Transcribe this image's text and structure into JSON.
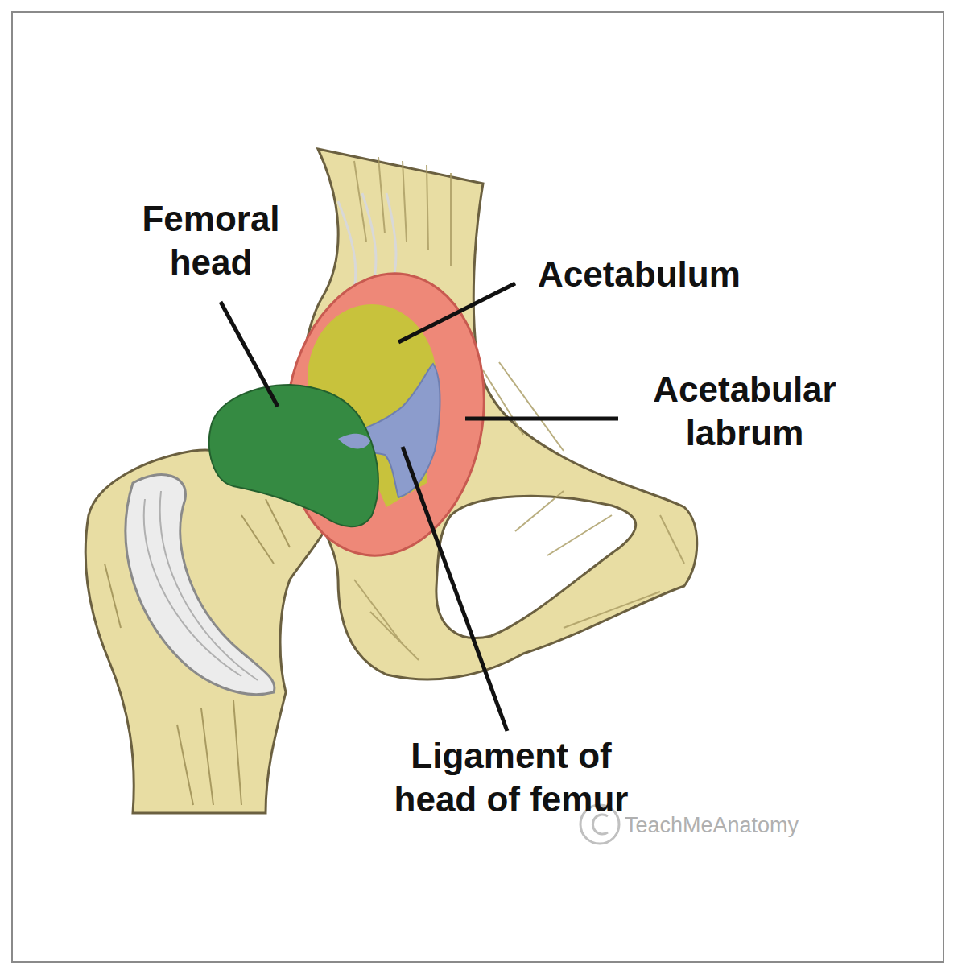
{
  "diagram": {
    "labels": [
      "Femoral head",
      "Acetabulum",
      "Acetabular labrum",
      "Ligament of head of femur",
      "TeachMeAnatomy"
    ]
  }
}
